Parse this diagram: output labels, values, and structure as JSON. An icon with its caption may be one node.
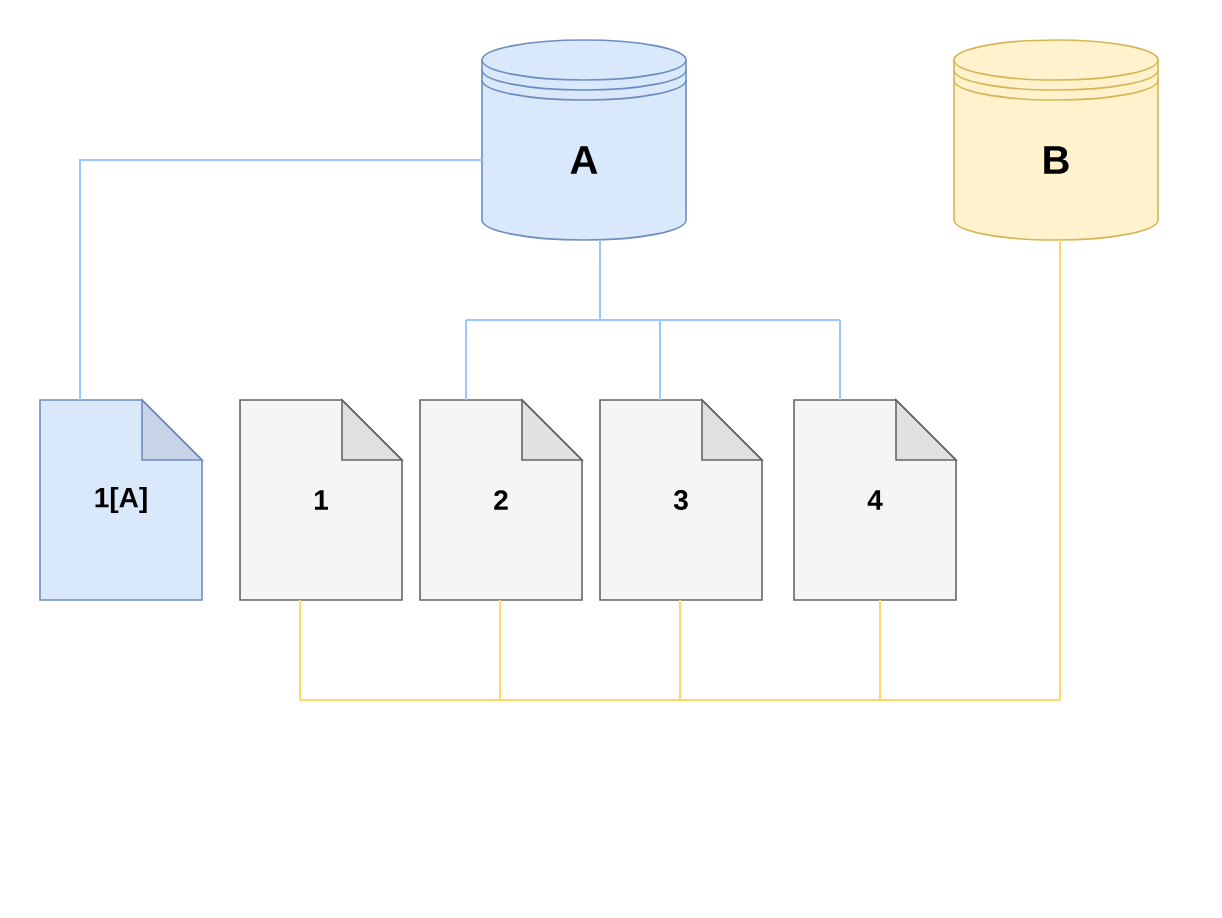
{
  "diagram": {
    "nodes": [
      {
        "text": [
          "A"
        ]
      },
      {
        "text": [
          "B"
        ]
      },
      {
        "text": [
          "1[A]"
        ]
      },
      {
        "text": [
          "1"
        ]
      },
      {
        "text": [
          "2"
        ]
      },
      {
        "text": [
          "3"
        ]
      },
      {
        "text": [
          "4"
        ]
      }
    ],
    "edges": [
      {
        "from": 0,
        "to": 2,
        "arrow": "none",
        "color": "#99c7ff"
      },
      {
        "from": 0,
        "to": 4,
        "arrow": "none",
        "color": "#99c7ff"
      },
      {
        "from": 0,
        "to": 5,
        "arrow": "none",
        "color": "#99c7ff"
      },
      {
        "from": 0,
        "to": 6,
        "arrow": "none",
        "color": "#99c7ff"
      },
      {
        "from": 1,
        "to": 3,
        "arrow": "none",
        "color": "#ffd966"
      },
      {
        "from": 1,
        "to": 4,
        "arrow": "none",
        "color": "#ffd966"
      },
      {
        "from": 1,
        "to": 5,
        "arrow": "none",
        "color": "#ffd966"
      },
      {
        "from": 1,
        "to": 6,
        "arrow": "none",
        "color": "#ffd966"
      }
    ]
  }
}
